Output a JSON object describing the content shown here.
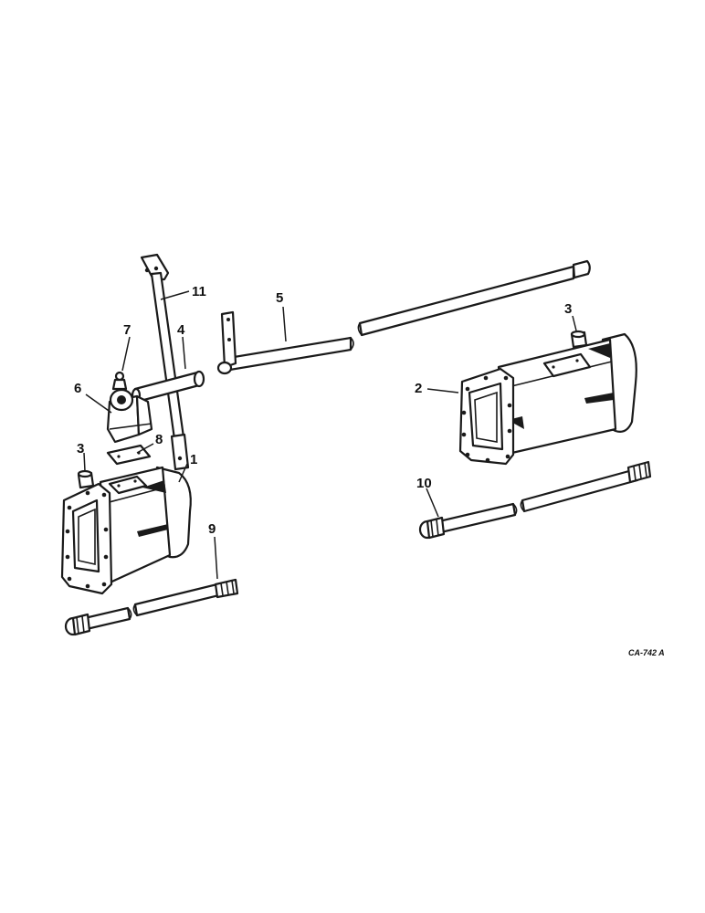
{
  "callouts": {
    "c1": "1",
    "c2": "2",
    "c3a": "3",
    "c3b": "3",
    "c4": "4",
    "c5": "5",
    "c6": "6",
    "c7": "7",
    "c8": "8",
    "c9": "9",
    "c10": "10",
    "c11": "11"
  },
  "drawing_code": "CA-742 A",
  "colors": {
    "ink": "#1a1a1a",
    "paper": "#ffffff"
  }
}
